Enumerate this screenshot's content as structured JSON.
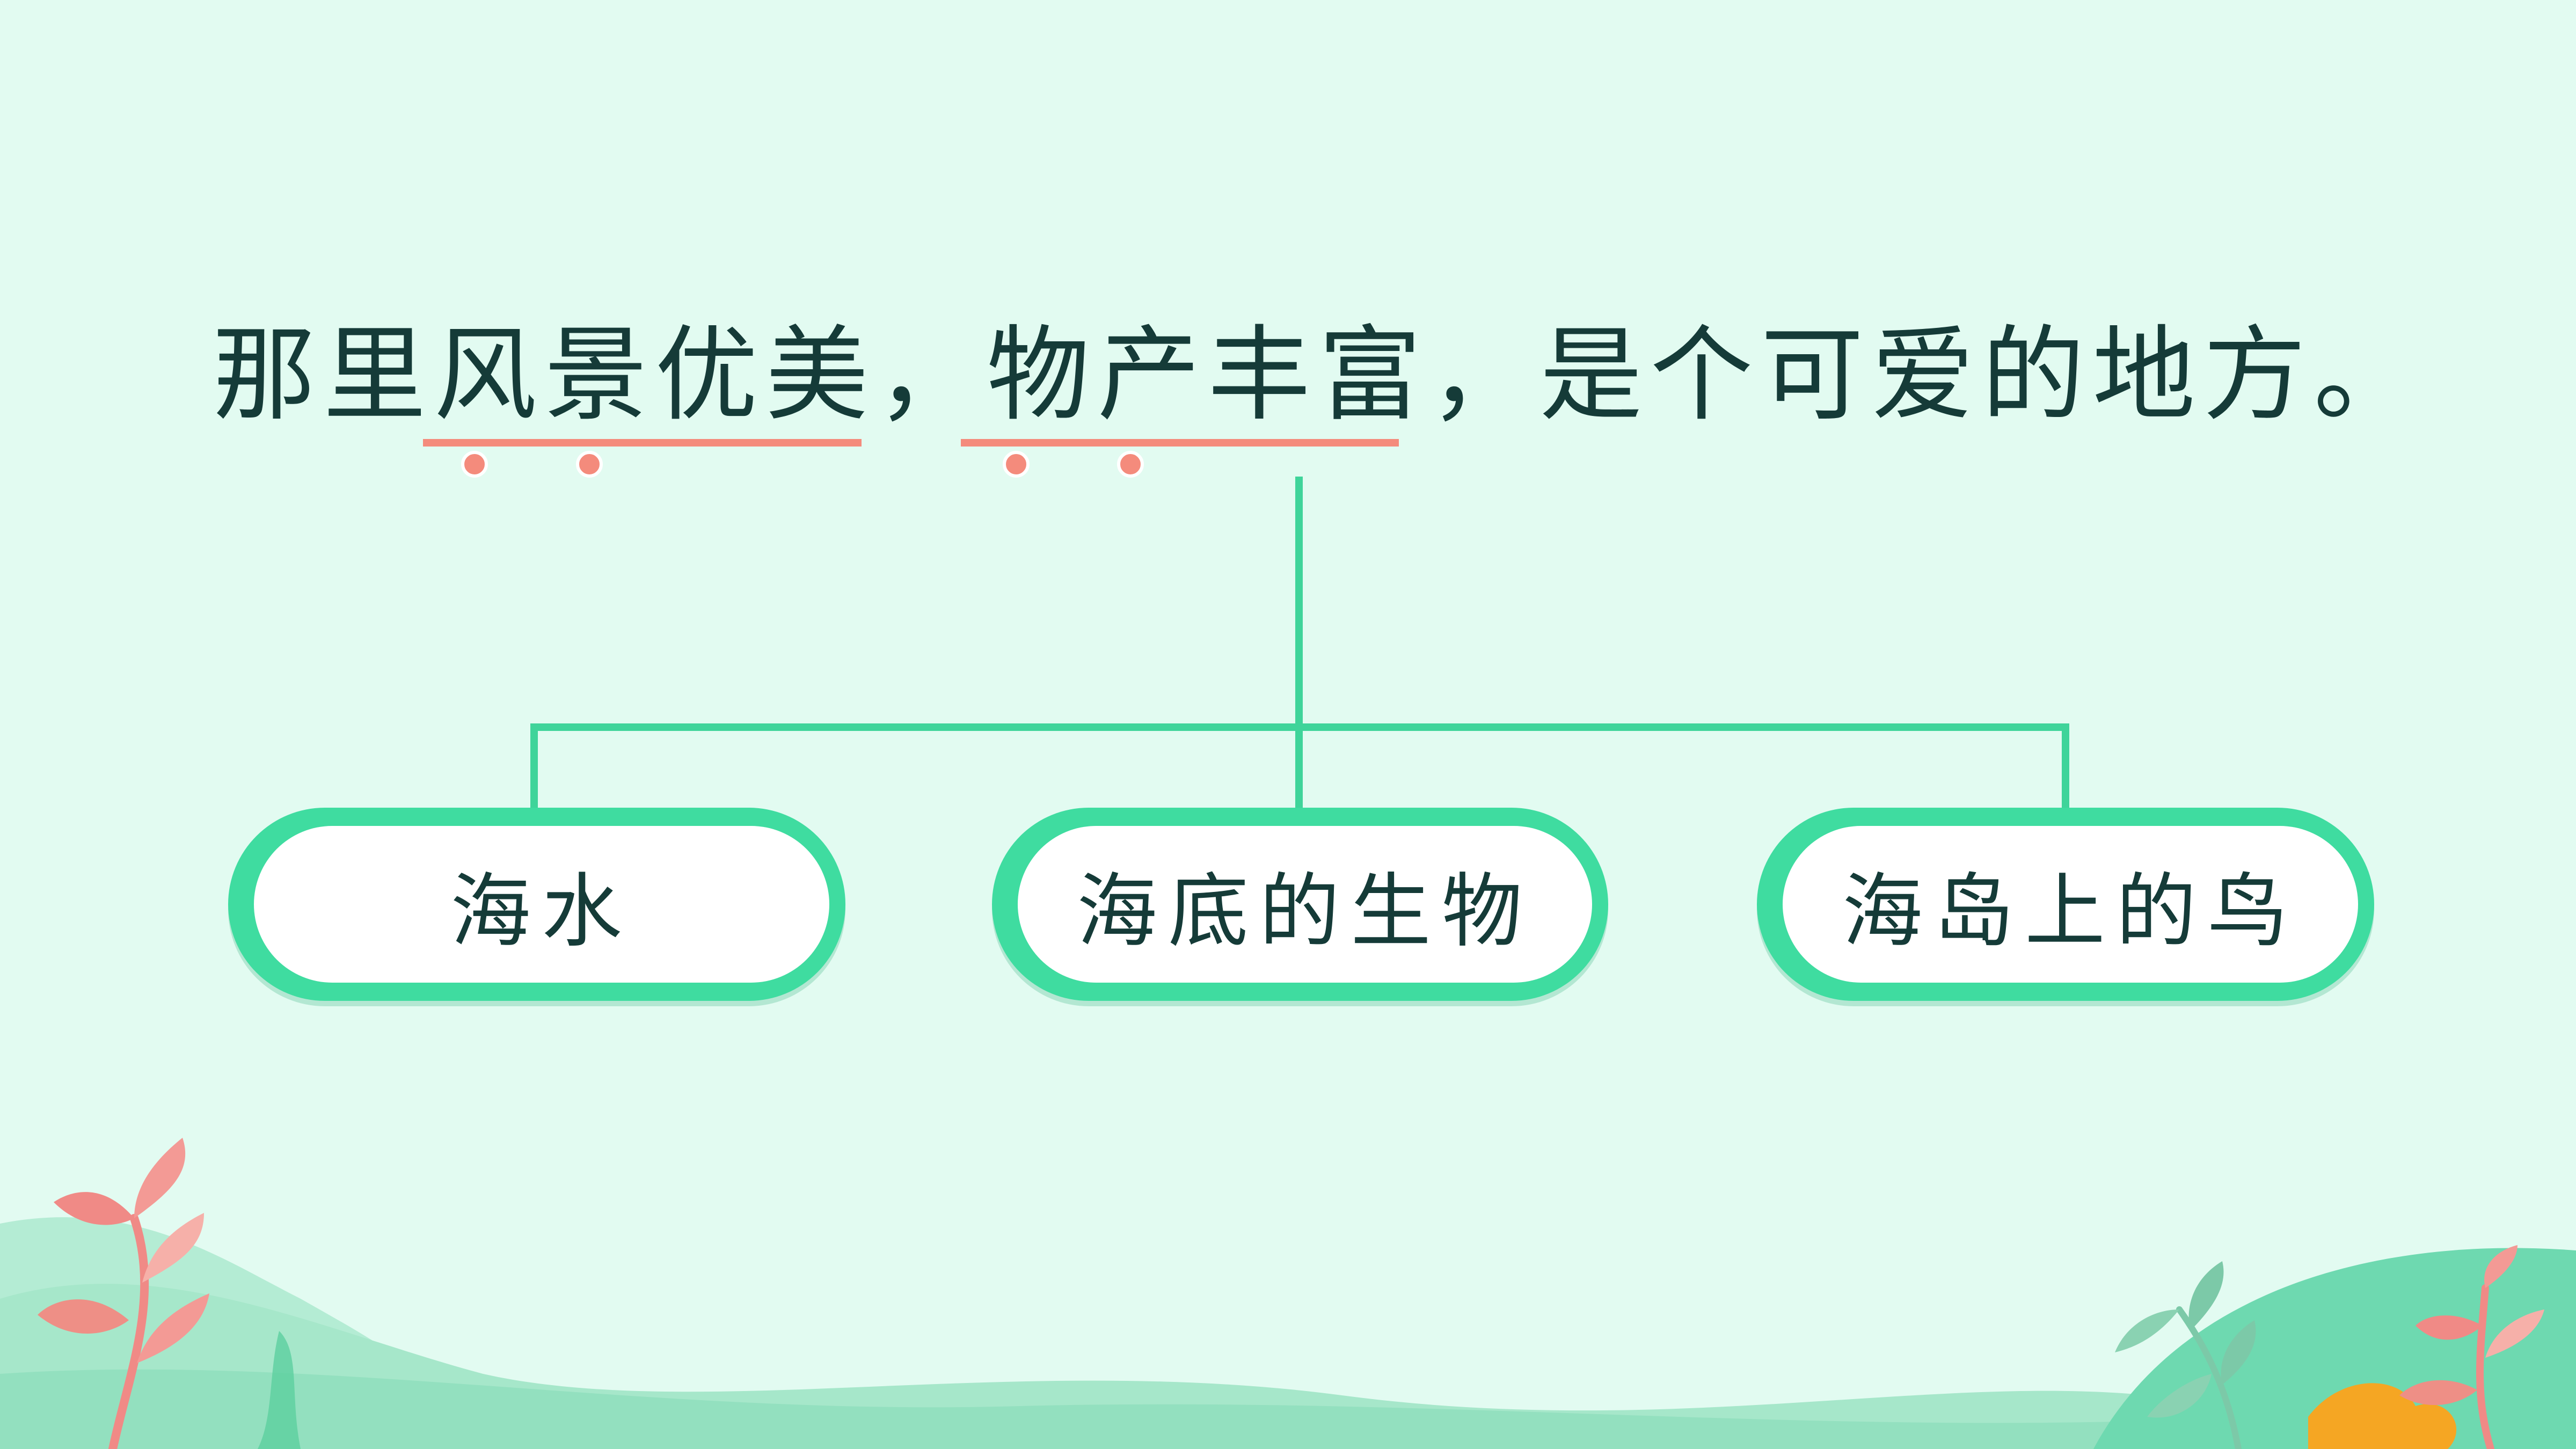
{
  "sentence": {
    "part1": "那里",
    "highlight1": "风景优美",
    "part2": "，",
    "highlight2": "物产丰富",
    "part3": "，是个可爱的地方。"
  },
  "nodes": [
    {
      "label": "海水"
    },
    {
      "label": "海底的生物"
    },
    {
      "label": "海岛上的鸟"
    }
  ],
  "colors": {
    "background": "#e2fbf1",
    "text": "#153b38",
    "connector": "#3fd49a",
    "underline": "#f48b7c",
    "node_border": "#3fdca0"
  },
  "decorations": [
    "leaf-icon",
    "hill-icon"
  ]
}
